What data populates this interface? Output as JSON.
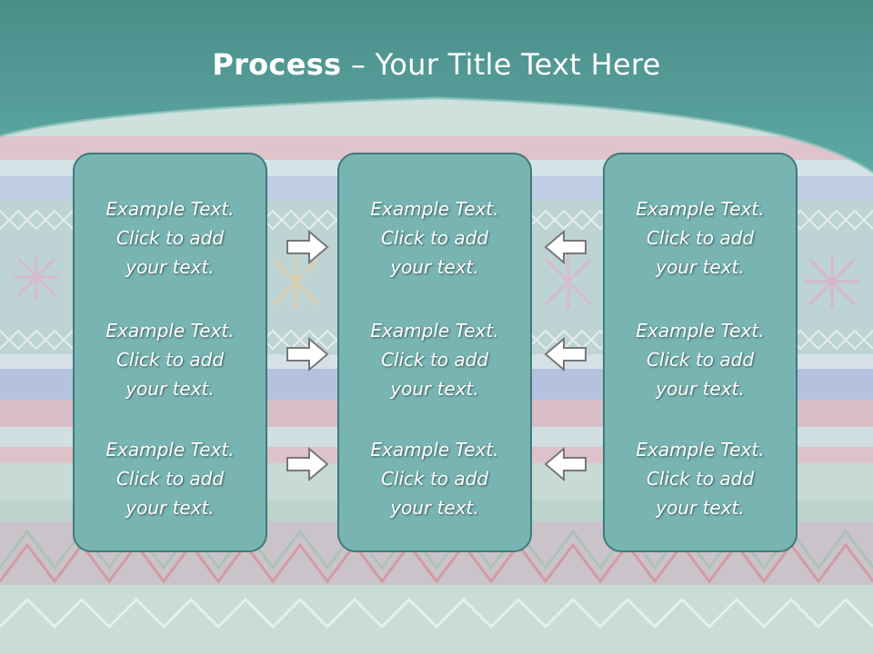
{
  "title": {
    "bold": "Process",
    "separator": " – ",
    "rest": "Your Title Text Here"
  },
  "colors": {
    "header": "#4d9a95",
    "box_fill": "#78b5b2",
    "box_border": "#3f7b78",
    "text": "#ffffff"
  },
  "columns": [
    {
      "items": [
        "Example Text.\nClick  to add\nyour text.",
        "Example Text.\nClick  to add\nyour text.",
        "Example Text.\nClick  to add\nyour text."
      ]
    },
    {
      "items": [
        "Example Text.\nClick  to add\nyour text.",
        "Example Text.\nClick  to add\nyour text.",
        "Example Text.\nClick  to add\nyour text."
      ]
    },
    {
      "items": [
        "Example Text.\nClick  to add\nyour text.",
        "Example Text.\nClick  to add\nyour text.",
        "Example Text.\nClick  to add\nyour text."
      ]
    }
  ],
  "arrows": {
    "left_group": "arrow-right-icon",
    "right_group": "arrow-left-icon"
  }
}
